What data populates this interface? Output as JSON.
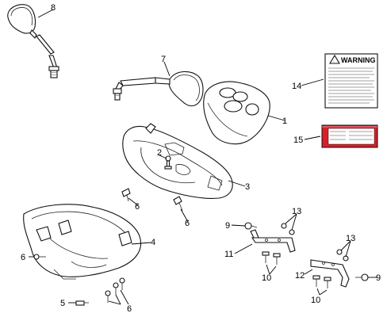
{
  "callouts": {
    "c1": "1",
    "c2": "2",
    "c3": "3",
    "c4": "4",
    "c5": "5",
    "c6a": "6",
    "c6b": "6",
    "c6c": "6",
    "c6d": "6",
    "c7": "7",
    "c8": "8",
    "c9a": "9",
    "c9b": "9",
    "c10a": "10",
    "c10b": "10",
    "c11": "11",
    "c12": "12",
    "c13a": "13",
    "c13b": "13",
    "c14": "14",
    "c15": "15"
  },
  "warning_label": {
    "title": "WARNING"
  },
  "colors": {
    "line": "#111111",
    "label_red": "#d8202a",
    "background": "#ffffff"
  }
}
